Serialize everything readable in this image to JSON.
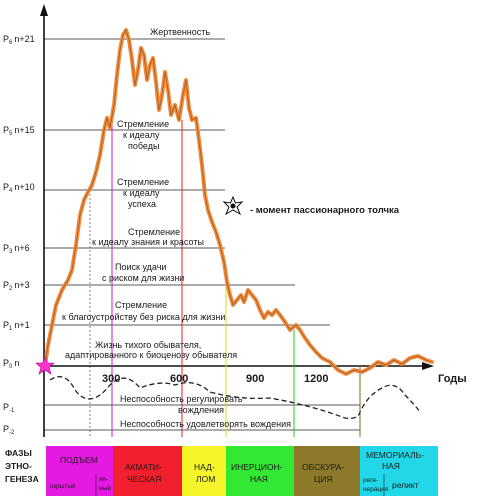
{
  "levels": [
    {
      "base": "P",
      "sub": "6",
      "suffix": "n+21"
    },
    {
      "base": "P",
      "sub": "5",
      "suffix": "n+15"
    },
    {
      "base": "P",
      "sub": "4",
      "suffix": "n+10"
    },
    {
      "base": "P",
      "sub": "3",
      "suffix": "n+6"
    },
    {
      "base": "P",
      "sub": "2",
      "suffix": "n+3"
    },
    {
      "base": "P",
      "sub": "1",
      "suffix": "n+1"
    },
    {
      "base": "P",
      "sub": "0",
      "suffix": "n"
    },
    {
      "base": "P",
      "sub": "-1",
      "suffix": ""
    },
    {
      "base": "P",
      "sub": "-2",
      "suffix": ""
    }
  ],
  "notes": {
    "sacrifice": "Жертвенность",
    "victory": [
      "Стремление",
      "к идеалу",
      "победы"
    ],
    "success": [
      "Стремление",
      "к идеалу",
      "успеха"
    ],
    "knowledge": [
      "Стремление",
      "к идеалу знания и красоты"
    ],
    "luck": [
      "Поиск удачи",
      "с риском для жизни"
    ],
    "comfort": [
      "Стремление",
      "к благоустройству без риска для жизни"
    ],
    "philistine": [
      "Жизнь тихого обывателя,",
      "адаптированного к биоценозу обывателя"
    ],
    "regulate": [
      "Неспособность регулировать",
      "вождления"
    ],
    "satisfy": "Неспособность удовлетворять вождения"
  },
  "legend": "- момент пассионарного толчка",
  "x_axis": {
    "ticks": [
      "300",
      "600",
      "900",
      "1200"
    ],
    "label": "Годы"
  },
  "phases_label": [
    "ФАЗЫ",
    "ЭТНО-",
    "ГЕНЕЗА"
  ],
  "phases": [
    {
      "lines": [
        "ПОДЪЕМ"
      ],
      "sub": [
        "скрытый",
        "яв-",
        "ный"
      ],
      "color": "#e41ae3"
    },
    {
      "lines": [
        "АКМАТИ-",
        "ЧЕСКАЯ"
      ],
      "color": "#f2202e"
    },
    {
      "lines": [
        "НАД-",
        "ЛОМ"
      ],
      "color": "#f5f52a"
    },
    {
      "lines": [
        "ИНЕРЦИОН-",
        "НАЯ"
      ],
      "color": "#33e833"
    },
    {
      "lines": [
        "ОБСКУРА-",
        "ЦИЯ"
      ],
      "color": "#8c7a2a"
    },
    {
      "lines": [
        "МЕМОРИАЛЬ-",
        "НАЯ"
      ],
      "sub": [
        "реге-",
        "нерация",
        "реликт"
      ],
      "color": "#22d8e8"
    }
  ],
  "colors": {
    "curve": "#f28a3a",
    "magenta": "#d015d4",
    "red": "#e0202a",
    "yellow": "#d8d820",
    "green": "#22c822",
    "olive": "#7a6a20",
    "cyan": "#20c8d8",
    "star": "#ff33cc"
  }
}
